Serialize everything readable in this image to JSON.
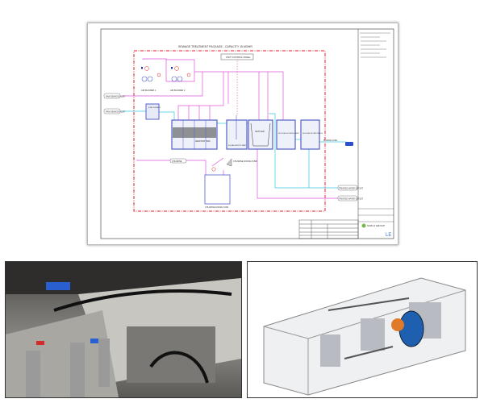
{
  "drawing": {
    "title": "SEWAGE TREATMENT PACKAGE - CAPACITY 15 M3/HR",
    "control_panel": "UNIT CONTROL PANEL",
    "blower1": "AIR BLOWER 1",
    "blower2": "AIR BLOWER 2",
    "screen": "FINE SCREEN",
    "aeration": "AERATION TANK",
    "equalization": "EQUALIZATION TANK",
    "settler": "SETTLER",
    "sludge_holding": "SLUDGE HOLDING TANK",
    "filter_press": "SLUDGE FILTER PRESS",
    "chlorine_tank": "CHLORINE DOSING TANK",
    "chlorine_pump": "CHLORINE DOSING PUMP",
    "inlet1": "RAW SEWAGE INLET",
    "inlet2": "RAW SEWAGE INLET",
    "chem_in": "CHLORINE",
    "out1": "TREATED WATER OUTLET",
    "out2": "TREATED WATER OUTLET",
    "sludge_out": "SLUDGE CAKE",
    "company": "SURUJ GROUP",
    "logo": "LE"
  },
  "colors": {
    "boundary": "#e0262b",
    "air": "#e055d8",
    "water": "#36c8e0",
    "equipment": "#5560c8"
  }
}
